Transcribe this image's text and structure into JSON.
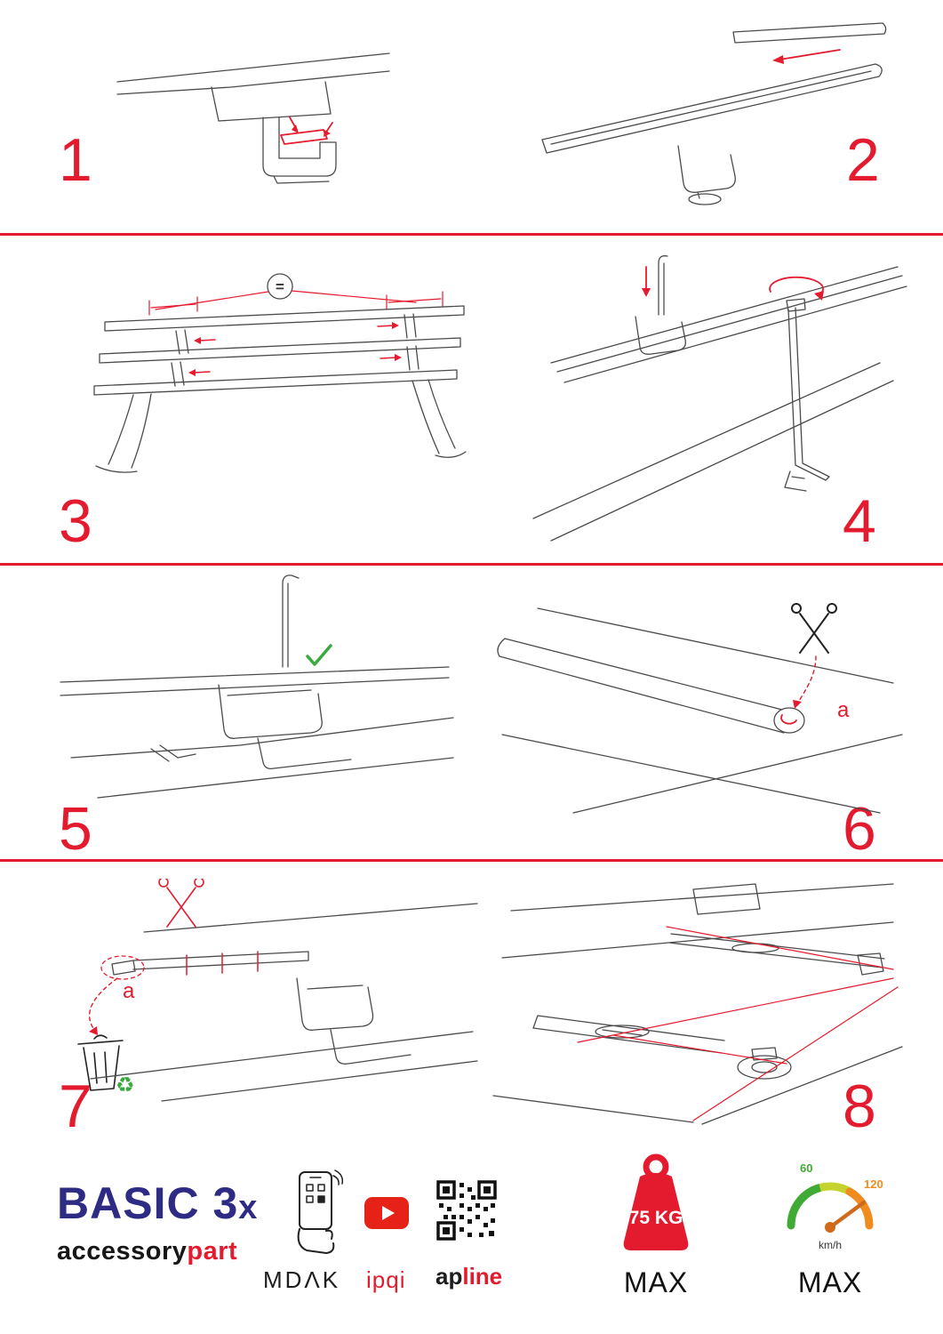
{
  "page": {
    "accent": "#e41b2e",
    "line_color": "#4b4b4b"
  },
  "steps": [
    {
      "number": "1"
    },
    {
      "number": "2"
    },
    {
      "number": "3"
    },
    {
      "number": "4"
    },
    {
      "number": "5"
    },
    {
      "number": "6"
    },
    {
      "number": "7"
    },
    {
      "number": "8"
    }
  ],
  "annotations": {
    "equal_sign": "=",
    "check_mark": "✓",
    "label_a_step6": "a",
    "label_a_step7": "a",
    "recycle_symbol": "♻"
  },
  "footer": {
    "brand_title_main": "BASIC 3",
    "brand_title_suffix": "x",
    "brand_sub_black": "accessory",
    "brand_sub_red": "part",
    "partner_mdak": "MDΛK",
    "partner_ipqi": "ipqi",
    "partner_apline_black": "ap",
    "partner_apline_red": "line",
    "weight_value": "75 KG",
    "weight_label": "MAX",
    "speed_min": "60",
    "speed_max": "120",
    "speed_unit": "km/h",
    "speed_label": "MAX"
  }
}
